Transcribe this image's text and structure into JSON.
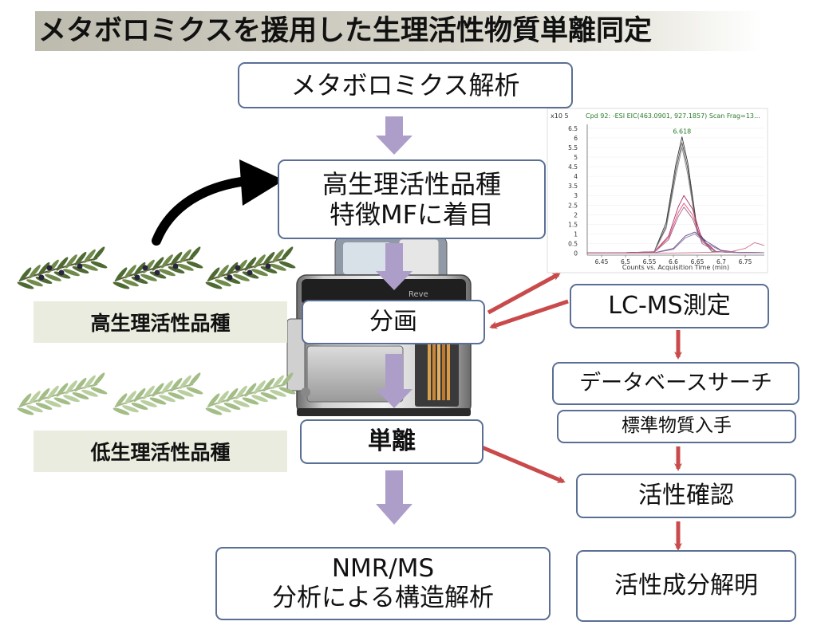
{
  "title": "メタボロミクスを援用した生理活性物質単離同定",
  "boxes": {
    "metabolomics": "メタボロミクス解析",
    "high_variety_line1": "高生理活性品種",
    "high_variety_line2": "特徴MFに着目",
    "fractionation": "分画",
    "isolation": "単離",
    "nmr_line1": "NMR/MS",
    "nmr_line2": "分析による構造解析",
    "lcms": "LC-MS測定",
    "database": "データベースサーチ",
    "standard": "標準物質入手",
    "activity_check": "活性確認",
    "active_component": "活性成分解明"
  },
  "labels": {
    "high": "高生理活性品種",
    "low": "低生理活性品種"
  },
  "instrument": {
    "brand": "Reve"
  },
  "chart_data": {
    "type": "line",
    "title": "Cpd 92: -ESI EIC(463.0901, 927.1857) Scan Frag=13…",
    "xlabel": "Counts vs. Acquisition Time (min)",
    "y_scale_label": "x10 5",
    "peak_label": "6.618",
    "xlim": [
      6.42,
      6.79
    ],
    "ylim": [
      -0.1,
      6.7
    ],
    "x_ticks": [
      6.45,
      6.5,
      6.55,
      6.6,
      6.65,
      6.7,
      6.75
    ],
    "x_tick_labels": [
      "6.45",
      "6.5",
      "6.55",
      "6.6",
      "6.65",
      "6.7",
      "6.75"
    ],
    "y_ticks": [
      0,
      0.5,
      1,
      1.5,
      2,
      2.5,
      3,
      3.5,
      4,
      4.5,
      5,
      5.5,
      6,
      6.5
    ],
    "y_tick_labels": [
      "0",
      "0.5",
      "1",
      "1.5",
      "2",
      "2.5",
      "3",
      "3.5",
      "4",
      "4.5",
      "5",
      "5.5",
      "6",
      "6.5"
    ],
    "series": [
      {
        "color": "#333333",
        "x": [
          6.42,
          6.5,
          6.56,
          6.585,
          6.605,
          6.618,
          6.63,
          6.65,
          6.68,
          6.72,
          6.79
        ],
        "y": [
          0.02,
          0.03,
          0.08,
          1.6,
          4.6,
          6.05,
          4.7,
          1.2,
          0.1,
          0.04,
          0.03
        ]
      },
      {
        "color": "#555555",
        "x": [
          6.42,
          6.5,
          6.56,
          6.585,
          6.605,
          6.618,
          6.63,
          6.65,
          6.68,
          6.72,
          6.79
        ],
        "y": [
          0.02,
          0.03,
          0.07,
          1.4,
          4.3,
          5.75,
          4.4,
          1.1,
          0.1,
          0.04,
          0.03
        ]
      },
      {
        "color": "#8a8a8a",
        "x": [
          6.42,
          6.5,
          6.56,
          6.585,
          6.605,
          6.618,
          6.63,
          6.65,
          6.68,
          6.72,
          6.79
        ],
        "y": [
          0.02,
          0.03,
          0.07,
          1.3,
          4.0,
          5.5,
          4.1,
          1.0,
          0.1,
          0.04,
          0.03
        ]
      },
      {
        "color": "#b0306a",
        "x": [
          6.42,
          6.5,
          6.56,
          6.59,
          6.61,
          6.622,
          6.64,
          6.66,
          6.69,
          6.72,
          6.79
        ],
        "y": [
          0.02,
          0.03,
          0.06,
          0.9,
          2.4,
          3.0,
          2.3,
          0.7,
          0.08,
          0.04,
          0.03
        ]
      },
      {
        "color": "#e0547a",
        "x": [
          6.42,
          6.5,
          6.56,
          6.59,
          6.61,
          6.622,
          6.64,
          6.66,
          6.69,
          6.72,
          6.79
        ],
        "y": [
          0.02,
          0.03,
          0.06,
          0.8,
          2.1,
          2.6,
          2.0,
          0.6,
          0.08,
          0.04,
          0.03
        ]
      },
      {
        "color": "#a06a8a",
        "x": [
          6.42,
          6.5,
          6.56,
          6.59,
          6.61,
          6.622,
          6.64,
          6.66,
          6.69,
          6.72,
          6.79
        ],
        "y": [
          0.02,
          0.03,
          0.05,
          0.7,
          1.9,
          2.4,
          1.8,
          0.5,
          0.07,
          0.04,
          0.03
        ]
      },
      {
        "color": "#6a4a8a",
        "x": [
          6.42,
          6.5,
          6.56,
          6.6,
          6.625,
          6.645,
          6.67,
          6.7,
          6.74,
          6.79
        ],
        "y": [
          0.0,
          0.01,
          0.02,
          0.25,
          0.9,
          1.1,
          0.6,
          0.15,
          0.03,
          0.02
        ]
      },
      {
        "color": "#8a7aa8",
        "x": [
          6.42,
          6.5,
          6.56,
          6.6,
          6.625,
          6.645,
          6.67,
          6.7,
          6.74,
          6.79
        ],
        "y": [
          0.0,
          0.01,
          0.02,
          0.2,
          0.8,
          1.0,
          0.5,
          0.12,
          0.03,
          0.02
        ]
      },
      {
        "color": "#d07090",
        "x": [
          6.42,
          6.6,
          6.64,
          6.68,
          6.72,
          6.75,
          6.77,
          6.79
        ],
        "y": [
          0.0,
          0.01,
          0.03,
          0.05,
          0.08,
          0.25,
          0.55,
          0.4
        ]
      }
    ]
  }
}
